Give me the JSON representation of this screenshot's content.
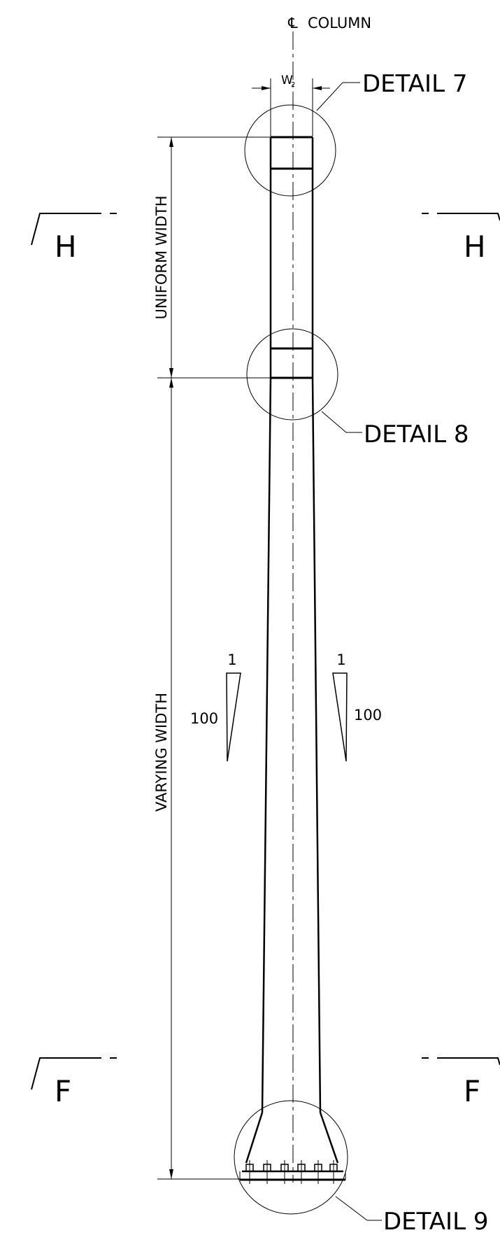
{
  "centerline": {
    "symbol": "℄",
    "label": "COLUMN"
  },
  "width_label": {
    "main": "W",
    "sub": "2"
  },
  "details": {
    "d7": "DETAIL 7",
    "d8": "DETAIL 8",
    "d9": "DETAIL 9"
  },
  "dimensions": {
    "uniform": "UNIFORM WIDTH",
    "varying": "VARYING WIDTH"
  },
  "sections": {
    "top": "H",
    "bottom": "F"
  },
  "slope": {
    "rise": "1",
    "run": "100"
  }
}
